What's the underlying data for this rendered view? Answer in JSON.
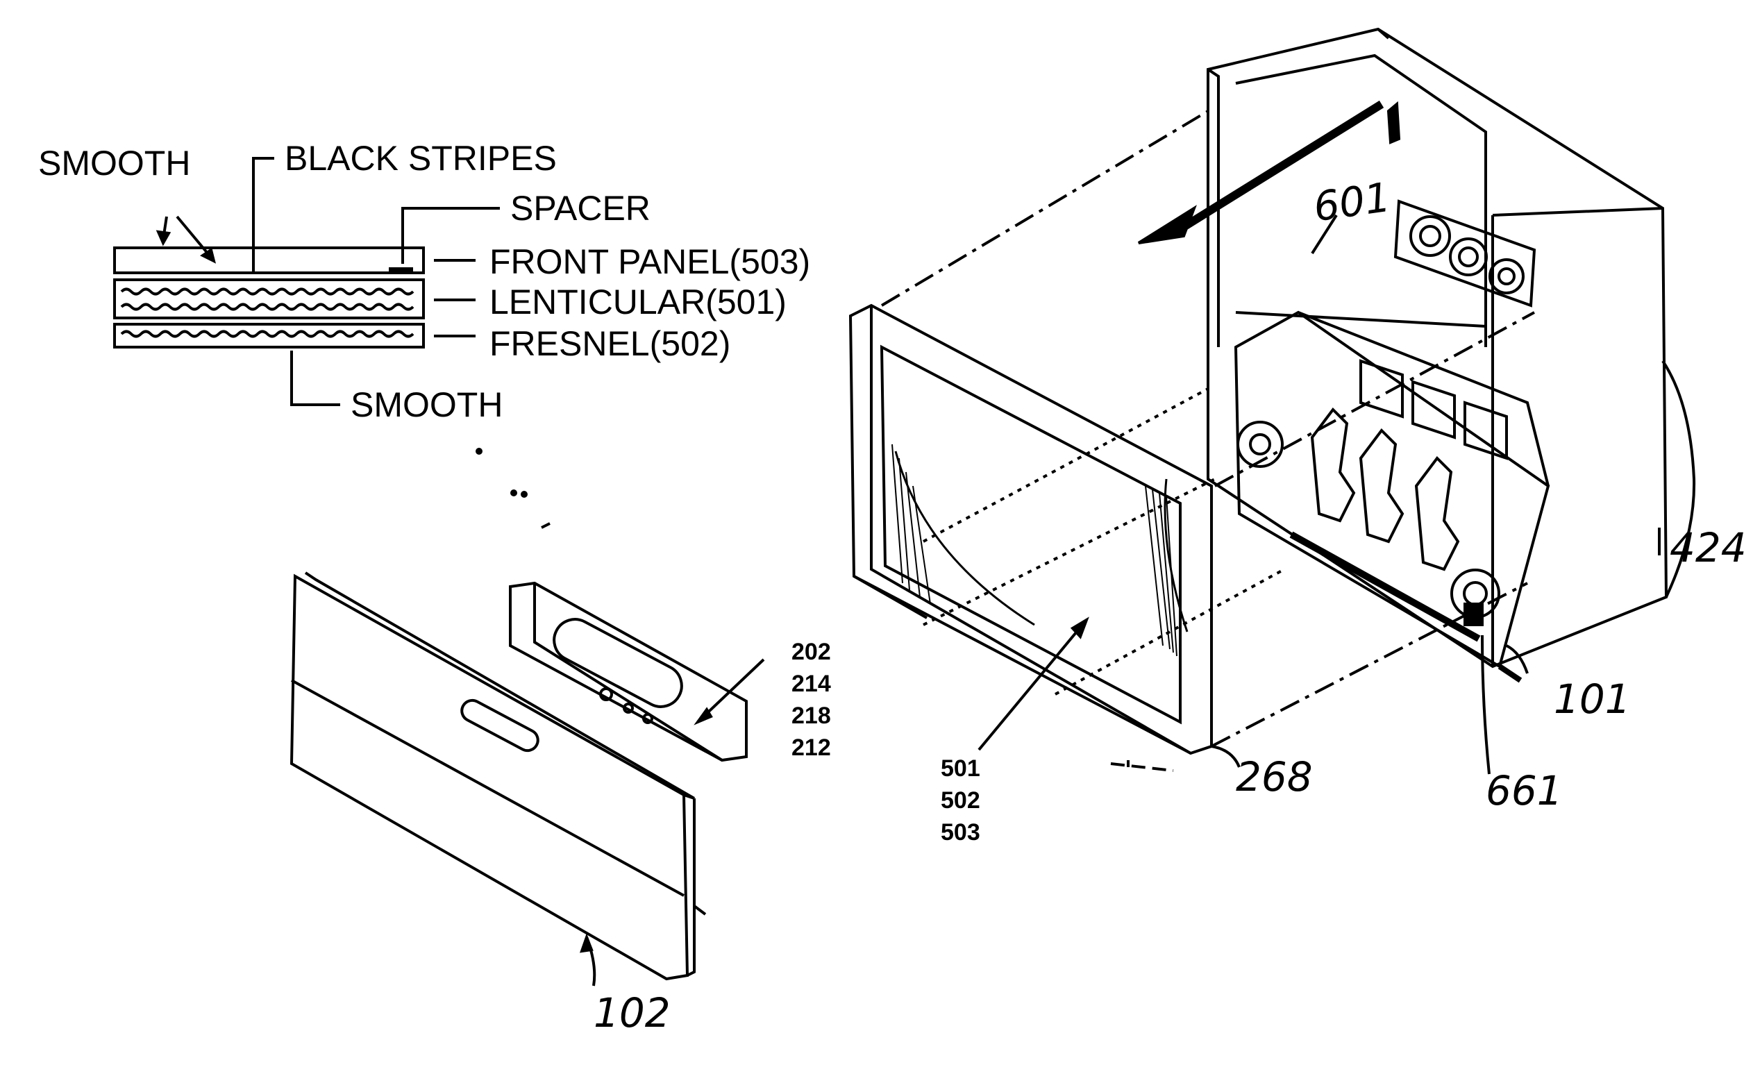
{
  "layers_detail": {
    "smooth_top": "SMOOTH",
    "black_stripes": "BLACK STRIPES",
    "spacer": "SPACER",
    "front_panel": "FRONT PANEL(503)",
    "lenticular": "LENTICULAR(501)",
    "fresnel": "FRESNEL(502)",
    "smooth_bottom": "SMOOTH"
  },
  "ref_numbers": {
    "r601": "601",
    "r424": "424",
    "r101": "101",
    "r661": "661",
    "r268": "268",
    "r102": "102",
    "bezel_group": [
      "202",
      "214",
      "218",
      "212"
    ],
    "screen_group": [
      "501",
      "502",
      "503"
    ]
  }
}
